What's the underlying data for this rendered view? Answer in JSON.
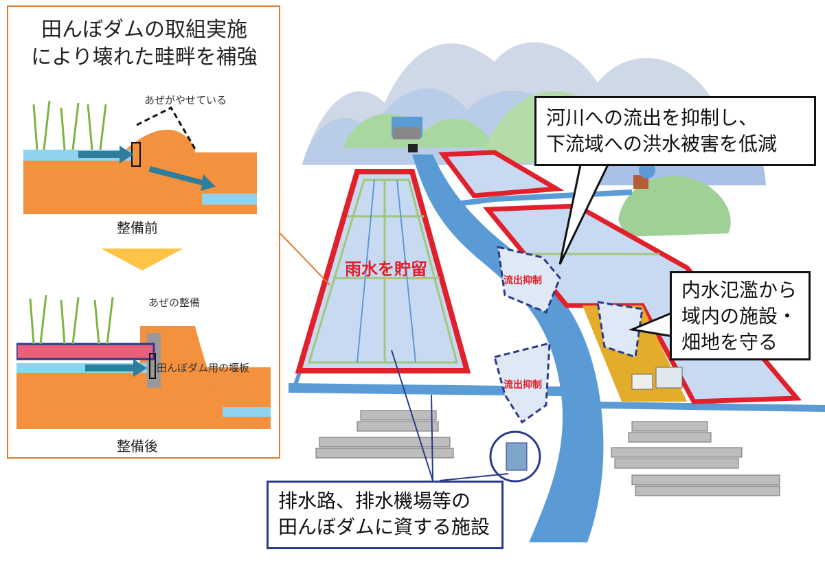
{
  "panel": {
    "title_line1": "田んぼダムの取組実施",
    "title_line2": "により壊れた畦畔を補強",
    "before_note": "あぜがやせている",
    "before_caption": "整備前",
    "after_note": "あぜの整備",
    "board_label": "田んぼダム用の堰板",
    "after_caption": "整備後"
  },
  "callouts": {
    "river_line1": "河川への流出を抑制し、",
    "river_line2": "下流域への洪水被害を低減",
    "inner_line1": "内水氾濫から",
    "inner_line2": "域内の施設・",
    "inner_line3": "畑地を守る",
    "drain_line1": "排水路、排水機場等の",
    "drain_line2": "田んぼダムに資する施設"
  },
  "labels": {
    "store_rain": "雨水を貯留",
    "outflow_1": "流出抑制",
    "outflow_2": "流出抑制"
  },
  "colors": {
    "panel_border": "#e07a2e",
    "red_outline": "#e0202a",
    "field_fill": "#c8d9f2",
    "river": "#5b9bd5",
    "callout_blue": "#2b3a8c"
  }
}
